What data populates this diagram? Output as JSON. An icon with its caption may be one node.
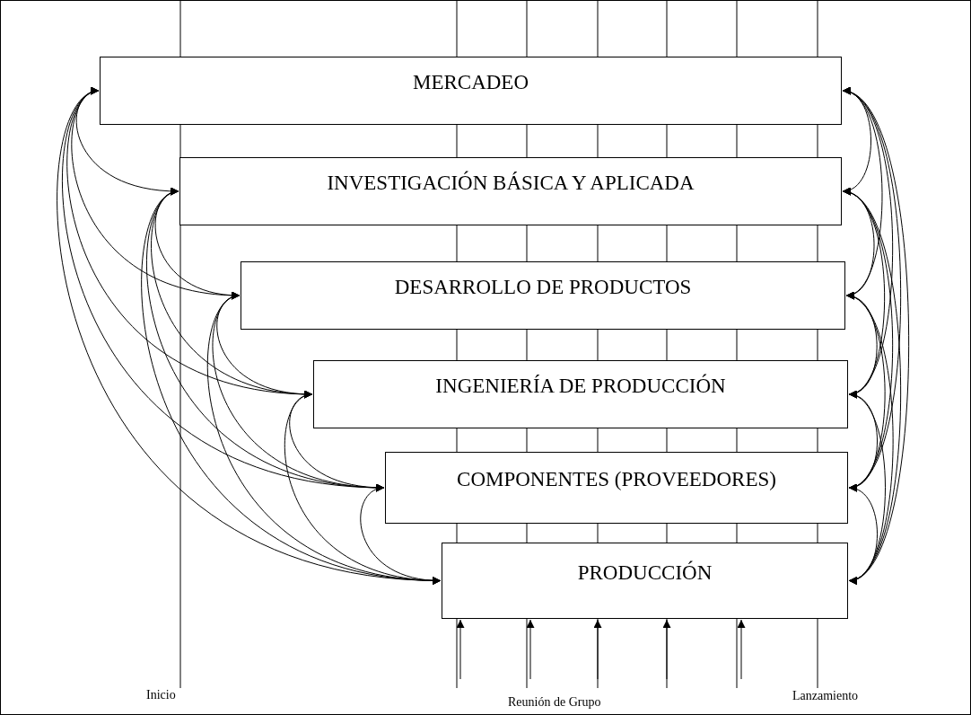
{
  "diagram": {
    "nodes": [
      {
        "text": [
          "MERCADEO"
        ]
      },
      {
        "text": [
          "INVESTIGACIÓN BÁSICA Y APLICADA"
        ]
      },
      {
        "text": [
          "DESARROLLO DE PRODUCTOS"
        ]
      },
      {
        "text": [
          "INGENIERÍA DE PRODUCCIÓN"
        ]
      },
      {
        "text": [
          "COMPONENTES (PROVEEDORES)"
        ]
      },
      {
        "text": [
          "PRODUCCIÓN"
        ]
      }
    ],
    "edges": [
      {
        "from": 0,
        "to": 1,
        "arrow": "both"
      },
      {
        "from": 0,
        "to": 2,
        "arrow": "both"
      },
      {
        "from": 0,
        "to": 3,
        "arrow": "both"
      },
      {
        "from": 0,
        "to": 4,
        "arrow": "both"
      },
      {
        "from": 0,
        "to": 5,
        "arrow": "both"
      },
      {
        "from": 1,
        "to": 2,
        "arrow": "both"
      },
      {
        "from": 1,
        "to": 3,
        "arrow": "both"
      },
      {
        "from": 1,
        "to": 4,
        "arrow": "both"
      },
      {
        "from": 1,
        "to": 5,
        "arrow": "both"
      },
      {
        "from": 2,
        "to": 3,
        "arrow": "both"
      },
      {
        "from": 2,
        "to": 4,
        "arrow": "both"
      },
      {
        "from": 2,
        "to": 5,
        "arrow": "both"
      },
      {
        "from": 3,
        "to": 4,
        "arrow": "both"
      },
      {
        "from": 3,
        "to": 5,
        "arrow": "both"
      },
      {
        "from": 4,
        "to": 5,
        "arrow": "both"
      },
      {
        "from": 0,
        "to": 1,
        "arrow": "both"
      },
      {
        "from": 0,
        "to": 2,
        "arrow": "both"
      },
      {
        "from": 0,
        "to": 3,
        "arrow": "both"
      },
      {
        "from": 0,
        "to": 4,
        "arrow": "both"
      },
      {
        "from": 0,
        "to": 5,
        "arrow": "both"
      },
      {
        "from": 1,
        "to": 2,
        "arrow": "both"
      },
      {
        "from": 1,
        "to": 3,
        "arrow": "both"
      },
      {
        "from": 1,
        "to": 4,
        "arrow": "both"
      },
      {
        "from": 1,
        "to": 5,
        "arrow": "both"
      },
      {
        "from": 2,
        "to": 3,
        "arrow": "both"
      },
      {
        "from": 2,
        "to": 4,
        "arrow": "both"
      },
      {
        "from": 2,
        "to": 5,
        "arrow": "both"
      },
      {
        "from": 3,
        "to": 4,
        "arrow": "both"
      },
      {
        "from": 3,
        "to": 5,
        "arrow": "both"
      },
      {
        "from": 4,
        "to": 5,
        "arrow": "both"
      },
      {
        "from": null,
        "to": 5,
        "arrow": "to"
      },
      {
        "from": null,
        "to": 5,
        "arrow": "to"
      },
      {
        "from": null,
        "to": 5,
        "arrow": "to"
      },
      {
        "from": null,
        "to": 5,
        "arrow": "to"
      },
      {
        "from": null,
        "to": 5,
        "arrow": "to"
      }
    ],
    "labels": [
      "Inicio",
      "Reunión de Grupo",
      "Lanzamiento"
    ]
  }
}
